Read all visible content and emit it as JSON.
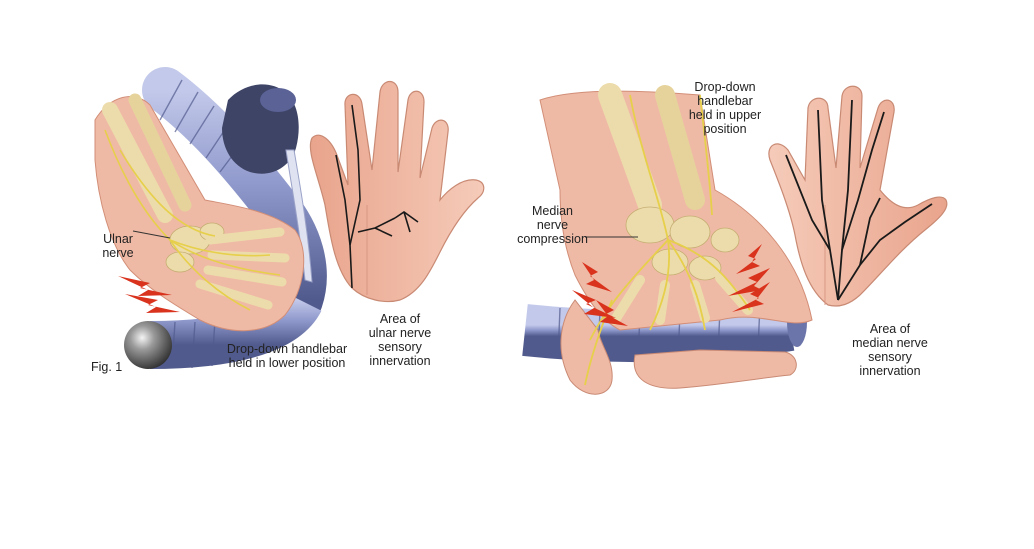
{
  "labels": {
    "ulnar_nerve": "Ulnar\nnerve",
    "handlebar_lower": "Drop-down handlebar\nheld in lower position",
    "ulnar_area": "Area of\nulnar nerve\nsensory\ninnervation",
    "fig": "Fig. 1",
    "handlebar_upper": "Drop-down\nhandlebar\nheld in upper\nposition",
    "median_compression": "Median\nnerve\ncompression",
    "median_area": "Area of\nmedian nerve\nsensory\ninnervation"
  },
  "colors": {
    "skin": "#f0b9a3",
    "skin_shadow": "#e7a58e",
    "skin_light": "#f7d9cc",
    "bone": "#eddcab",
    "bone_shadow": "#d1bd85",
    "nerve": "#e6cf4a",
    "handlebar": "#8f99cc",
    "handlebar_dark": "#5a6296",
    "brake_lever": "#3e4466",
    "nerve_line": "#1a1a1a",
    "pain_bolt": "#d9321d"
  }
}
